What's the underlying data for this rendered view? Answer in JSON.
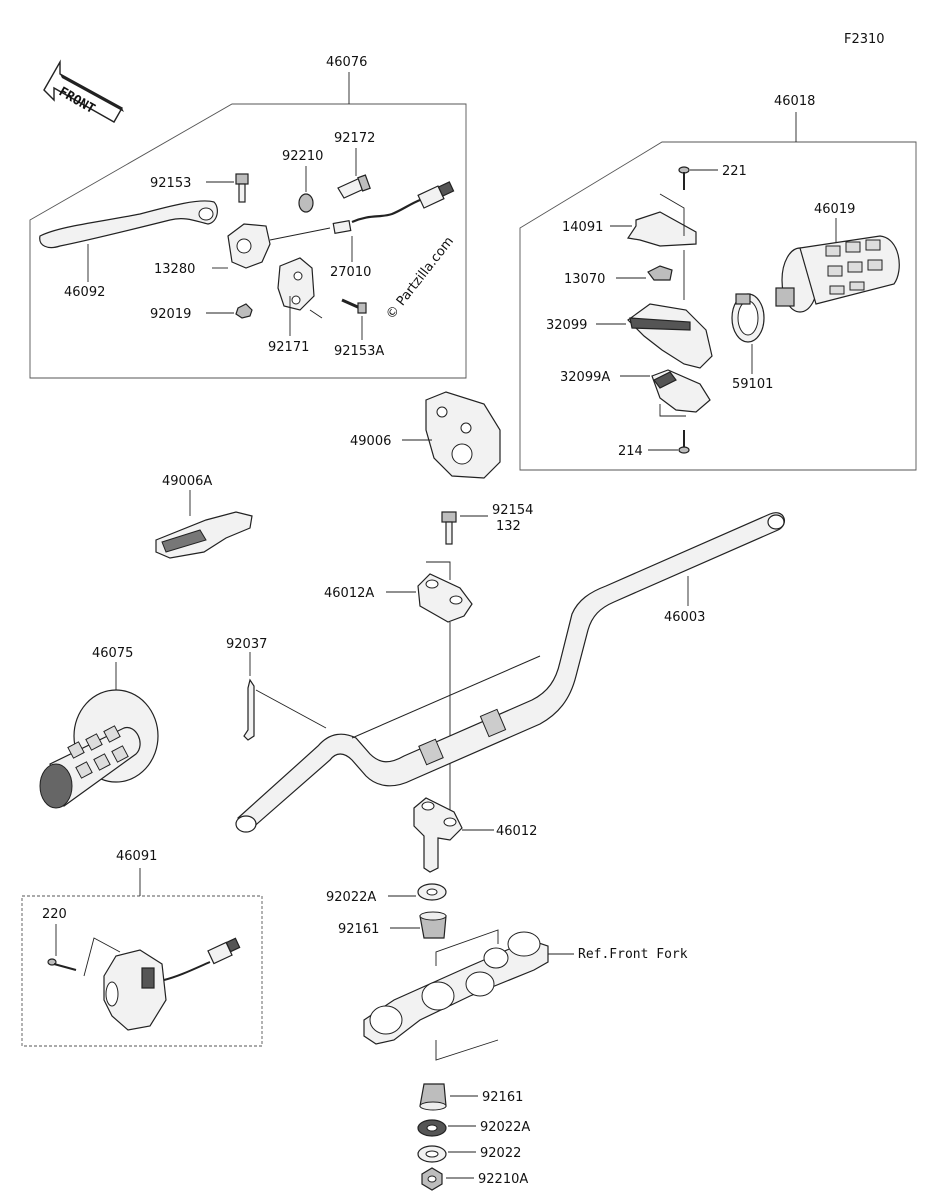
{
  "figure_code": "F2310",
  "front_arrow": "FRONT",
  "watermark": "© Partzilla.com",
  "labels": {
    "p46076": "46076",
    "p92172": "92172",
    "p92210": "92210",
    "p92153": "92153",
    "p46092": "46092",
    "p13280": "13280",
    "p27010": "27010",
    "p92019": "92019",
    "p92171": "92171",
    "p92153A": "92153A",
    "p46018": "46018",
    "p221": "221",
    "p14091": "14091",
    "p46019": "46019",
    "p13070": "13070",
    "p32099": "32099",
    "p59101": "59101",
    "p32099A": "32099A",
    "p214": "214",
    "p49006": "49006",
    "p49006A": "49006A",
    "p92154": "92154",
    "p132": "132",
    "p46012A": "46012A",
    "p46003": "46003",
    "p92037": "92037",
    "p46075": "46075",
    "p46012": "46012",
    "p46091": "46091",
    "p220": "220",
    "p92022A_top": "92022A",
    "p92161_top": "92161",
    "ref_front_fork": "Ref.Front Fork",
    "p92161_bot": "92161",
    "p92022A_bot": "92022A",
    "p92022": "92022",
    "p92210A": "92210A"
  }
}
